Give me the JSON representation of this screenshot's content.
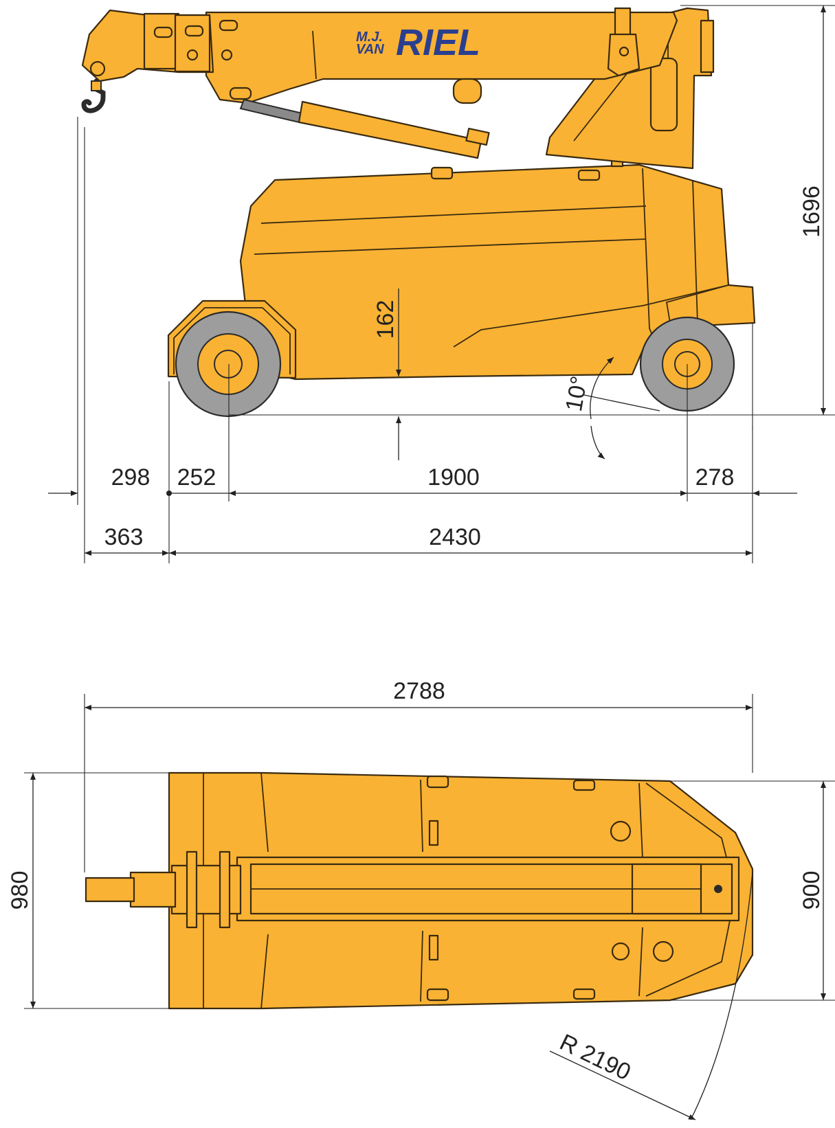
{
  "brand": {
    "logo_prefix_top": "M.J.",
    "logo_prefix_bottom": "VAN",
    "logo_name": "RIEL",
    "logo_color": "#2b3f8f",
    "body_color": "#F9B233"
  },
  "side_view": {
    "height_total": "1696",
    "ground_clearance": "162",
    "angle": "10°",
    "row1": {
      "hook_to_front": "298",
      "front_overhang": "252",
      "wheelbase": "1900",
      "rear_overhang": "278"
    },
    "row2": {
      "boom_overhang": "363",
      "chassis_length": "2430"
    }
  },
  "top_view": {
    "overall_length": "2788",
    "width_front": "980",
    "width_rear": "900",
    "turn_radius": "R 2190"
  }
}
